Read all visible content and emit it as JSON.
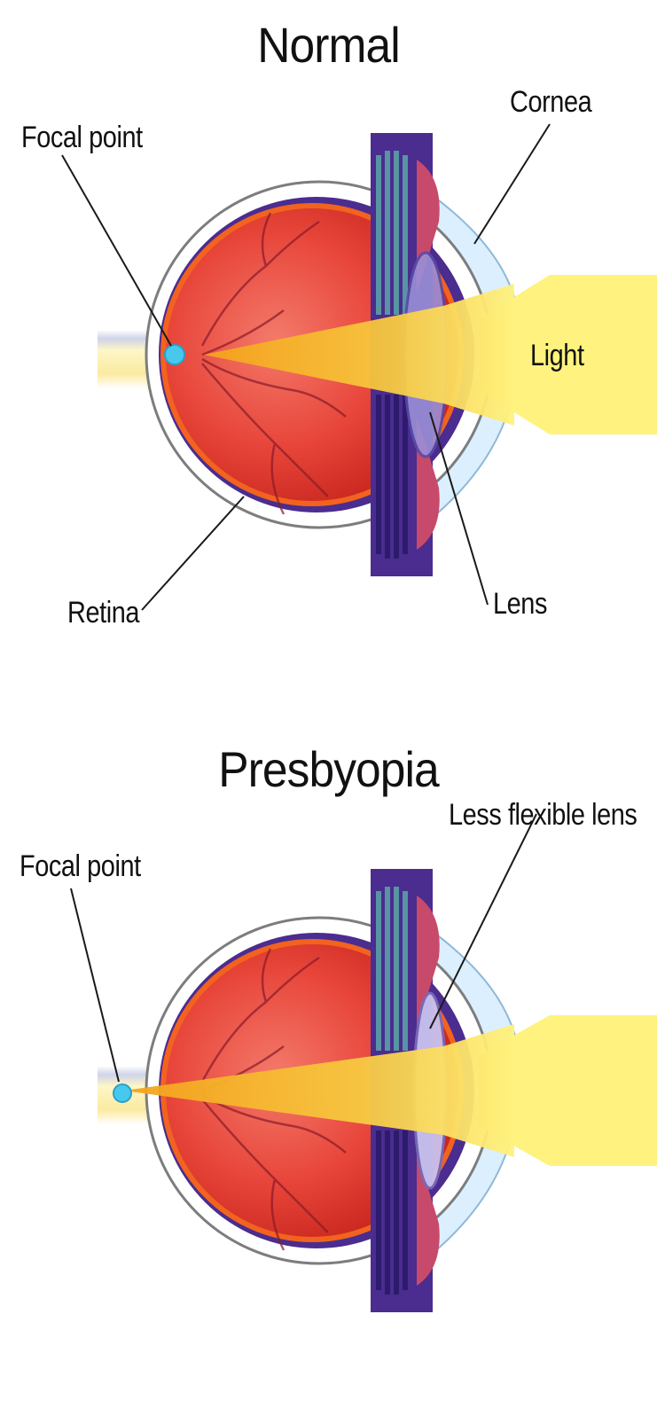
{
  "normal": {
    "title": "Normal",
    "labels": {
      "focal_point": "Focal point",
      "cornea": "Cornea",
      "light": "Light",
      "retina": "Retina",
      "lens": "Lens"
    }
  },
  "presbyopia": {
    "title": "Presbyopia",
    "labels": {
      "focal_point": "Focal point",
      "less_flexible_lens": "Less flexible lens"
    }
  },
  "colors": {
    "sclera_outline": "#8a8a8a",
    "choroid": "#4a2a8a",
    "retina_red": "#e8322a",
    "retina_orange": "#f2601f",
    "light_yellow": "#fff07a",
    "light_orange": "#f7b21e",
    "focal_cyan": "#47c9ee",
    "cornea_blue": "#cfe8f7",
    "ciliary_teal": "#5ba7a8"
  }
}
